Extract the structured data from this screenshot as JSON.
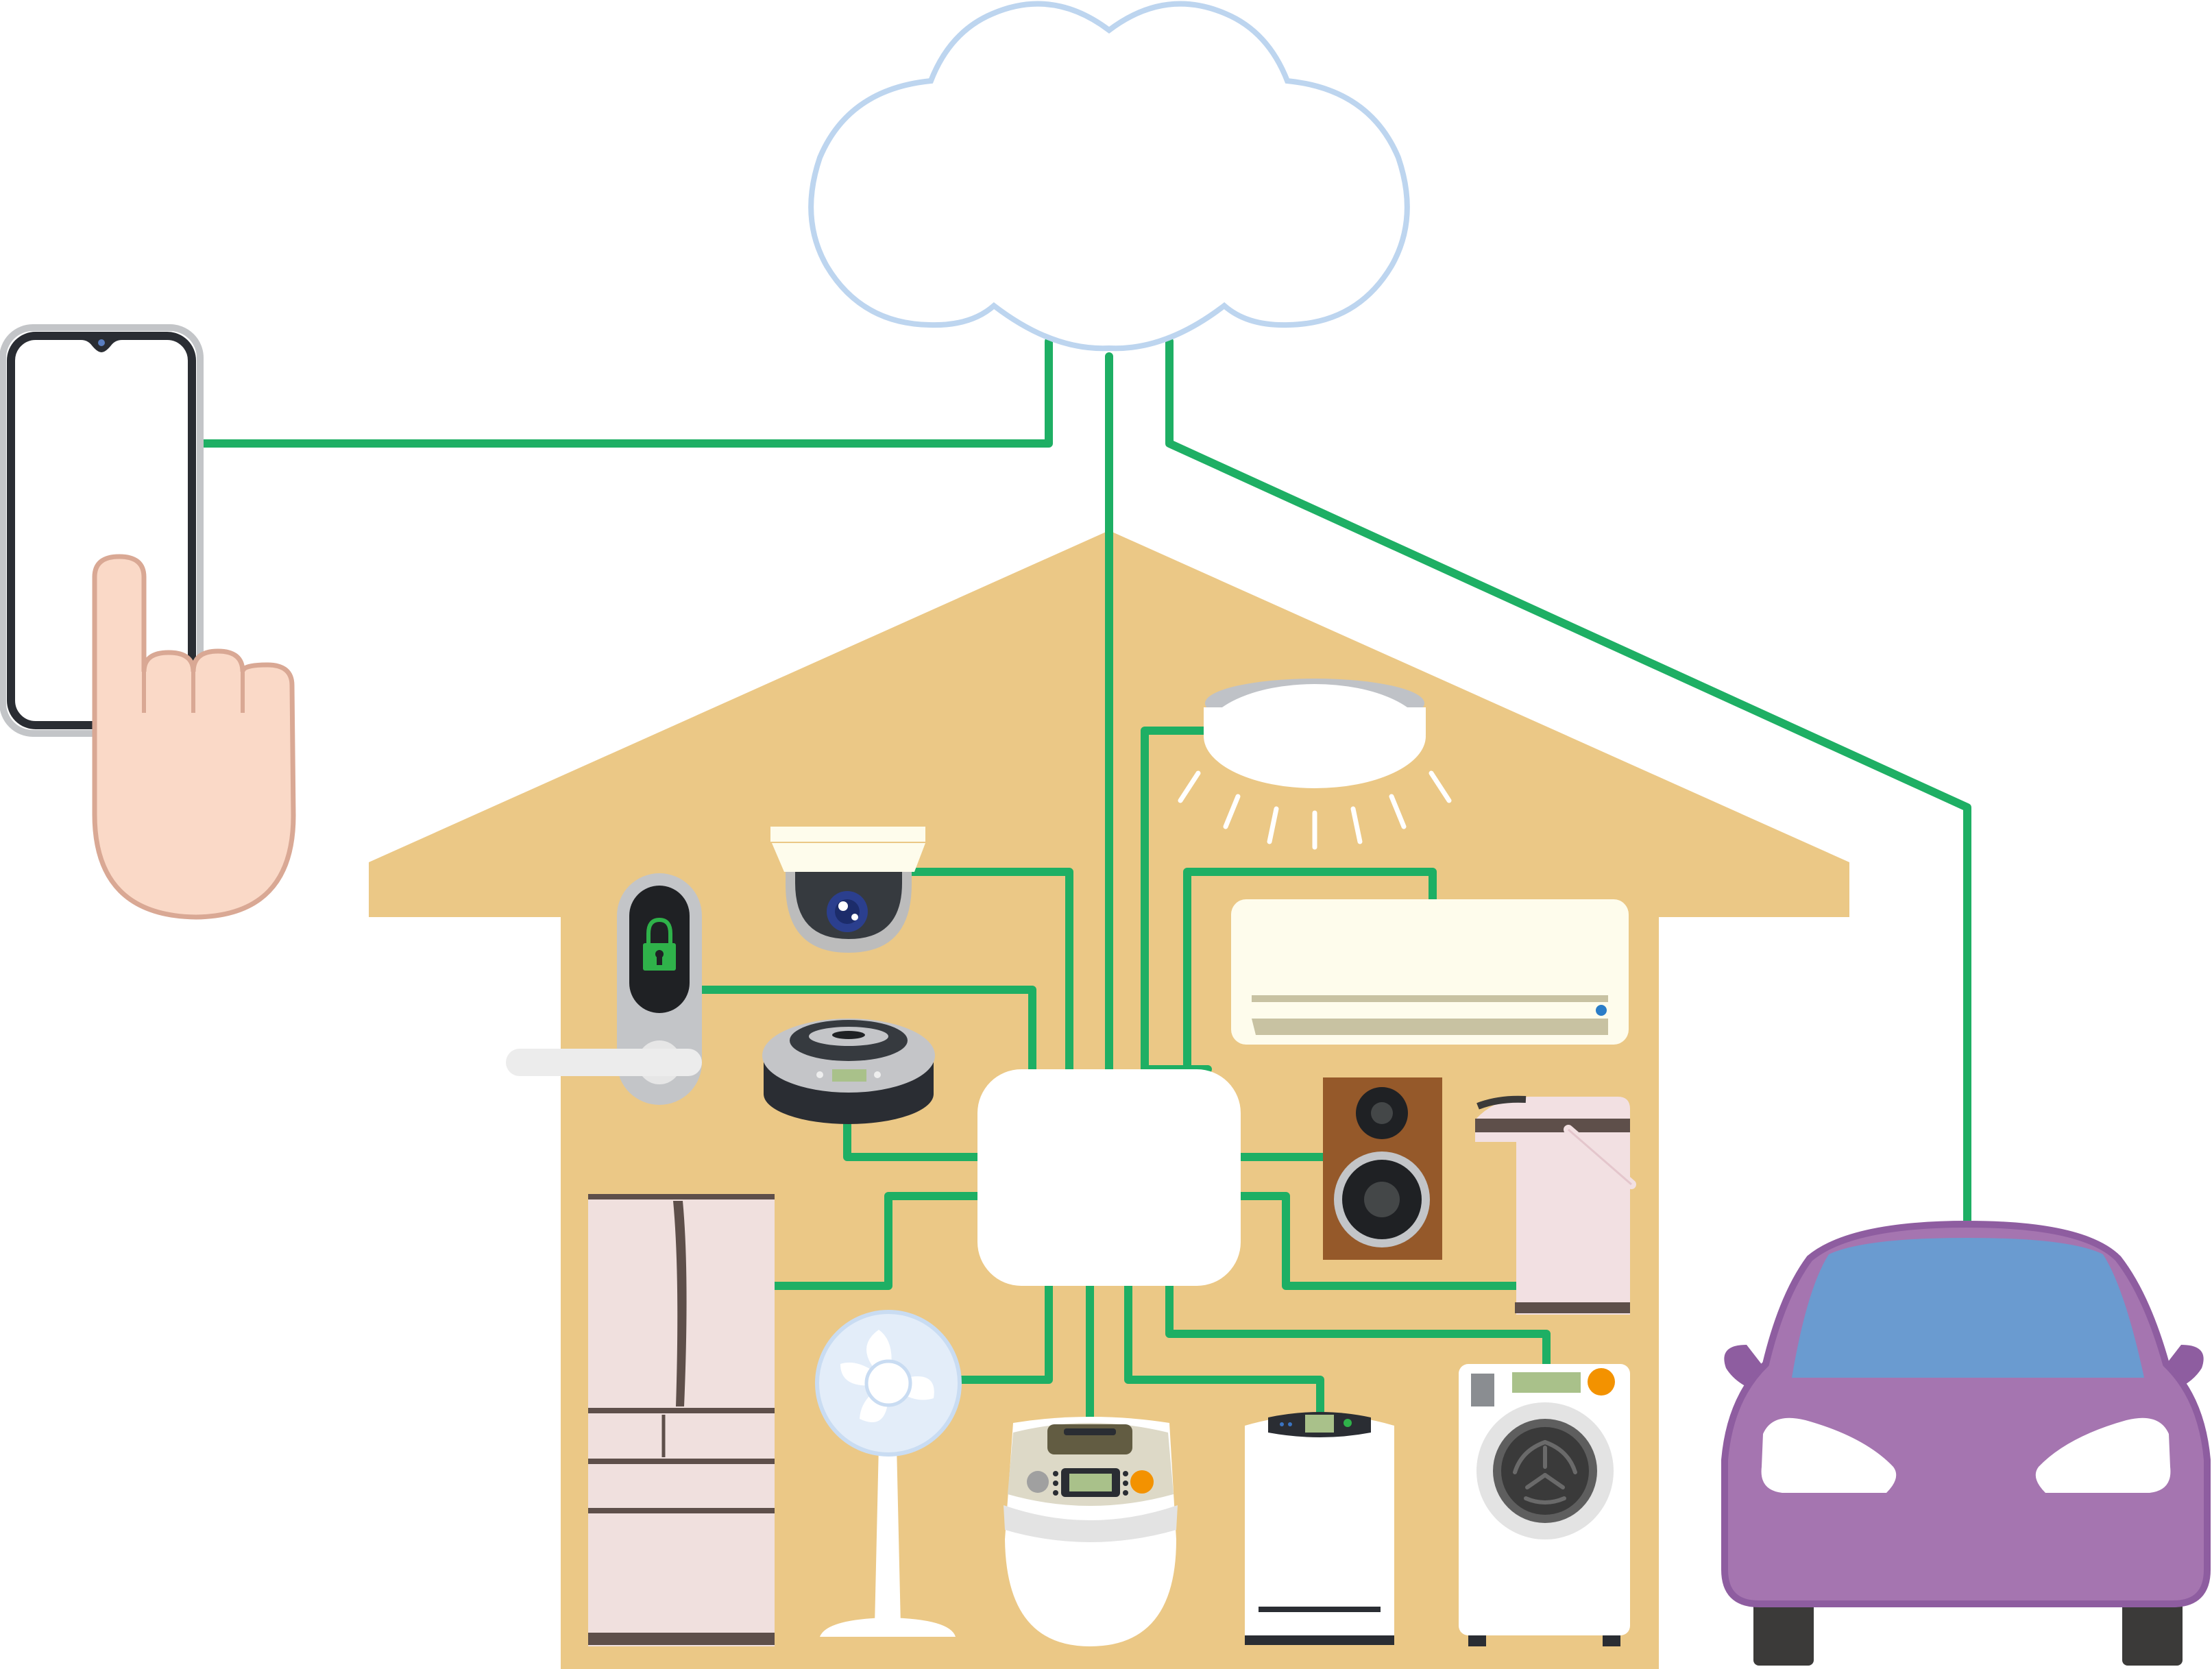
{
  "colors": {
    "background": "#ffffff",
    "cloud_stroke": "#bdd5ef",
    "line_green": "#1eaf64",
    "house": "#ebc886",
    "hub": "#ffffff",
    "phone_frame": "#2a2d33",
    "phone_outline": "#c3c5c8",
    "hand_skin": "#fad9c7",
    "hand_outline": "#d9a894",
    "car_body": "#a575b0",
    "car_outline": "#8e5da0",
    "car_window": "#6a9bd0",
    "car_tire": "#3b3a39",
    "lock_green": "#2fb24a",
    "speaker_wood": "#95592a",
    "fridge": "#f0e0de",
    "fridge_line": "#5e4f4a",
    "ac": "#fefcec",
    "pot": "#f2e0e2",
    "washer_window": "#3a3a3a",
    "display_green": "#a9c18a",
    "accent_orange": "#f39200"
  },
  "devices": [
    {
      "name": "cloud",
      "icon": "cloud-icon"
    },
    {
      "name": "smartphone",
      "icon": "smartphone-icon"
    },
    {
      "name": "hand",
      "icon": "pointing-hand-icon"
    },
    {
      "name": "house",
      "icon": "house-icon"
    },
    {
      "name": "home-hub",
      "icon": "hub-icon"
    },
    {
      "name": "ceiling-light",
      "icon": "ceiling-light-icon"
    },
    {
      "name": "security-camera",
      "icon": "security-camera-icon"
    },
    {
      "name": "smart-lock",
      "icon": "smart-lock-icon"
    },
    {
      "name": "robot-vacuum",
      "icon": "robot-vacuum-icon"
    },
    {
      "name": "air-conditioner",
      "icon": "air-conditioner-icon"
    },
    {
      "name": "speaker",
      "icon": "speaker-icon"
    },
    {
      "name": "electric-kettle",
      "icon": "electric-kettle-icon"
    },
    {
      "name": "refrigerator",
      "icon": "refrigerator-icon"
    },
    {
      "name": "electric-fan",
      "icon": "electric-fan-icon"
    },
    {
      "name": "rice-cooker",
      "icon": "rice-cooker-icon"
    },
    {
      "name": "air-purifier",
      "icon": "air-purifier-icon"
    },
    {
      "name": "washing-machine",
      "icon": "washing-machine-icon"
    },
    {
      "name": "car",
      "icon": "car-icon"
    }
  ],
  "connections": [
    {
      "from": "smartphone",
      "to": "cloud"
    },
    {
      "from": "cloud",
      "to": "home-hub"
    },
    {
      "from": "cloud",
      "to": "car"
    },
    {
      "from": "home-hub",
      "to": "ceiling-light"
    },
    {
      "from": "home-hub",
      "to": "air-conditioner"
    },
    {
      "from": "home-hub",
      "to": "security-camera"
    },
    {
      "from": "home-hub",
      "to": "smart-lock"
    },
    {
      "from": "home-hub",
      "to": "robot-vacuum"
    },
    {
      "from": "home-hub",
      "to": "refrigerator"
    },
    {
      "from": "home-hub",
      "to": "speaker"
    },
    {
      "from": "home-hub",
      "to": "electric-kettle"
    },
    {
      "from": "home-hub",
      "to": "washing-machine"
    },
    {
      "from": "home-hub",
      "to": "air-purifier"
    },
    {
      "from": "home-hub",
      "to": "rice-cooker"
    },
    {
      "from": "home-hub",
      "to": "electric-fan"
    }
  ]
}
